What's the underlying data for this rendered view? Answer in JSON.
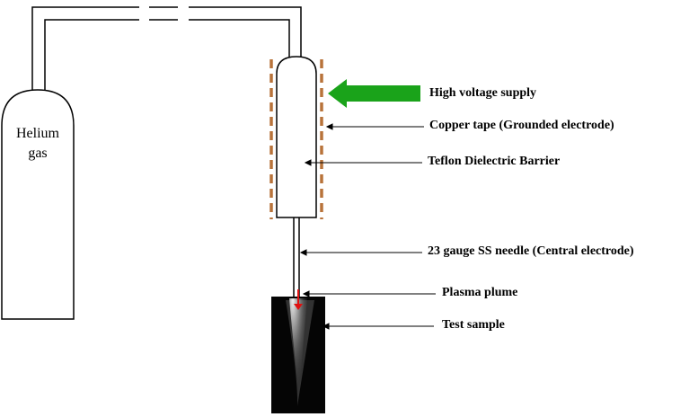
{
  "cylinder": {
    "line1": "Helium",
    "line2": "gas"
  },
  "labels": {
    "high_voltage": "High voltage supply",
    "copper_tape": "Copper tape (Grounded electrode)",
    "teflon": "Teflon Dielectric Barrier",
    "needle": "23 gauge SS needle (Central electrode)",
    "plasma": "Plasma plume",
    "sample": "Test sample"
  },
  "colors": {
    "line": "#000000",
    "copper": "#b8733a",
    "arrow": "#1aa31a",
    "plume": "#e01010",
    "sample_bg": "#050505"
  }
}
